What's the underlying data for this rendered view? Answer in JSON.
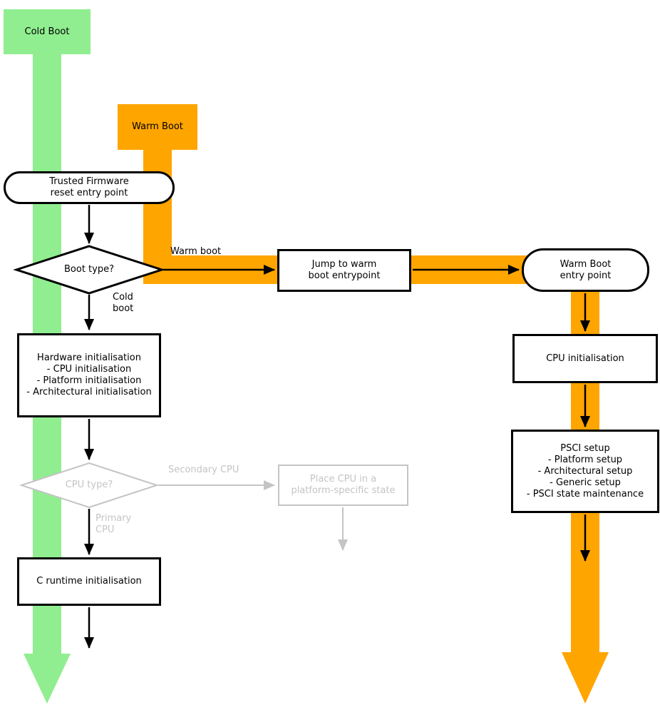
{
  "colors": {
    "cold_boot_green": "#90EE90",
    "warm_boot_orange": "#FFA500",
    "inactive_gray": "#C4C4C4",
    "line_black": "#000000",
    "node_fill": "#FFFFFF"
  },
  "nodes": {
    "cold_boot": {
      "label": "Cold Boot"
    },
    "warm_boot": {
      "label": "Warm Boot"
    },
    "reset_entry": {
      "lines": [
        "Trusted Firmware",
        "reset entry point"
      ]
    },
    "boot_type": {
      "label": "Boot type?"
    },
    "jump_warm": {
      "lines": [
        "Jump to warm",
        "boot entrypoint"
      ]
    },
    "warm_entry": {
      "lines": [
        "Warm Boot",
        "entry point"
      ]
    },
    "hardware_init": {
      "lines": [
        "Hardware initialisation",
        "- CPU initialisation",
        "- Platform initialisation",
        "- Architectural initialisation"
      ]
    },
    "cpu_type": {
      "label": "CPU type?"
    },
    "place_cpu": {
      "lines": [
        "Place CPU in a",
        "platform-specific state"
      ]
    },
    "c_runtime": {
      "label": "C runtime initialisation"
    },
    "cpu_init": {
      "label": "CPU initialisation"
    },
    "psci_setup": {
      "lines": [
        "PSCI setup",
        "- Platform setup",
        "- Architectural setup",
        "- Generic setup",
        "- PSCI state maintenance"
      ]
    }
  },
  "edge_labels": {
    "warm_boot_edge": "Warm boot",
    "cold_boot_edge": {
      "lines": [
        "Cold",
        "boot"
      ]
    },
    "secondary_cpu": "Secondary CPU",
    "primary_cpu": {
      "lines": [
        "Primary",
        "CPU"
      ]
    }
  }
}
